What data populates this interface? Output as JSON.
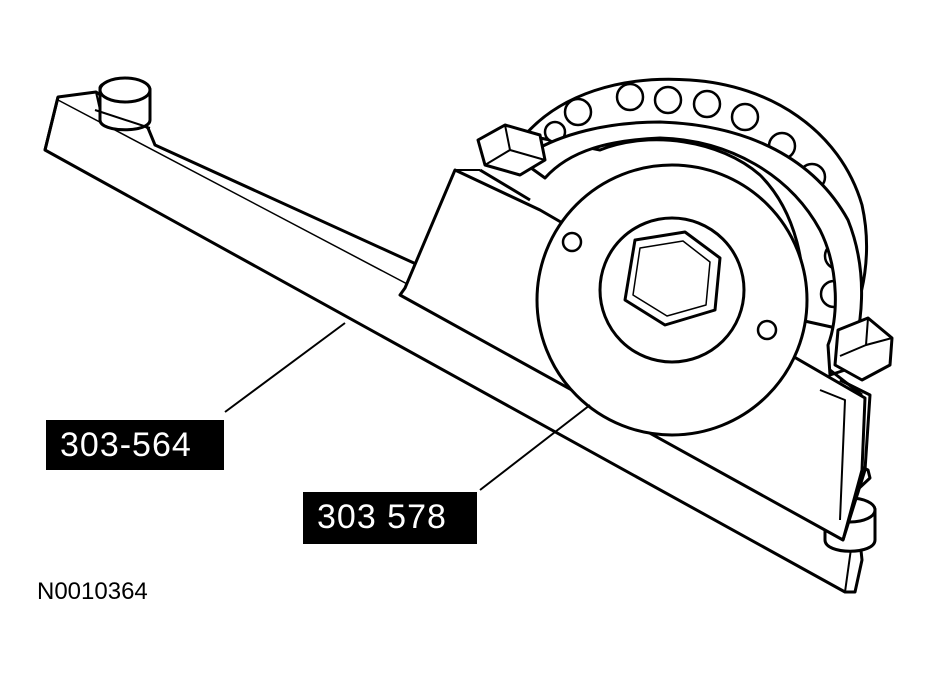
{
  "callouts": {
    "tool_a": "303-564",
    "tool_b": "303 578"
  },
  "figure_id": "N0010364",
  "colors": {
    "line": "#000000",
    "background": "#ffffff",
    "label_bg": "#000000",
    "label_text": "#ffffff"
  }
}
